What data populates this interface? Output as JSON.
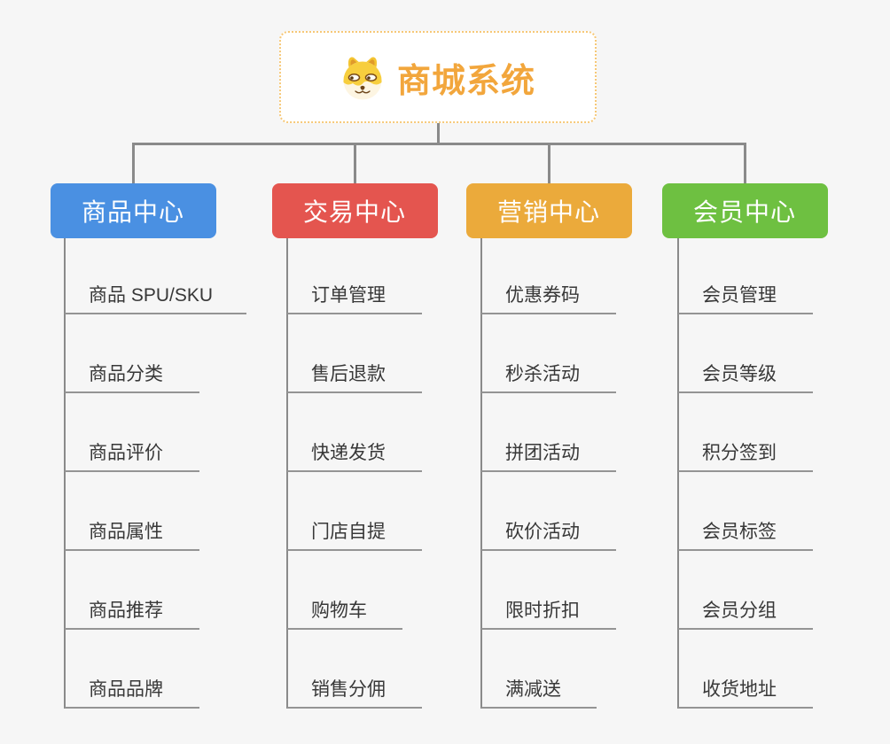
{
  "root": {
    "title": "商城系统",
    "icon": "shiba-dog-icon"
  },
  "branches": [
    {
      "label": "商品中心",
      "color": "#4a90e2",
      "children": [
        "商品 SPU/SKU",
        "商品分类",
        "商品评价",
        "商品属性",
        "商品推荐",
        "商品品牌"
      ]
    },
    {
      "label": "交易中心",
      "color": "#e4554f",
      "children": [
        "订单管理",
        "售后退款",
        "快递发货",
        "门店自提",
        "购物车",
        "销售分佣"
      ]
    },
    {
      "label": "营销中心",
      "color": "#ebaa3b",
      "children": [
        "优惠券码",
        "秒杀活动",
        "拼团活动",
        "砍价活动",
        "限时折扣",
        "满减送"
      ]
    },
    {
      "label": "会员中心",
      "color": "#6ec041",
      "children": [
        "会员管理",
        "会员等级",
        "积分签到",
        "会员标签",
        "会员分组",
        "收货地址"
      ]
    }
  ],
  "colors": {
    "background": "#f6f6f6",
    "connector": "#8a8a8a",
    "underline": "#949494",
    "root_title": "#f2a63c",
    "root_border": "#f6c877",
    "item_text": "#383838",
    "branch_text": "#ffffff"
  }
}
